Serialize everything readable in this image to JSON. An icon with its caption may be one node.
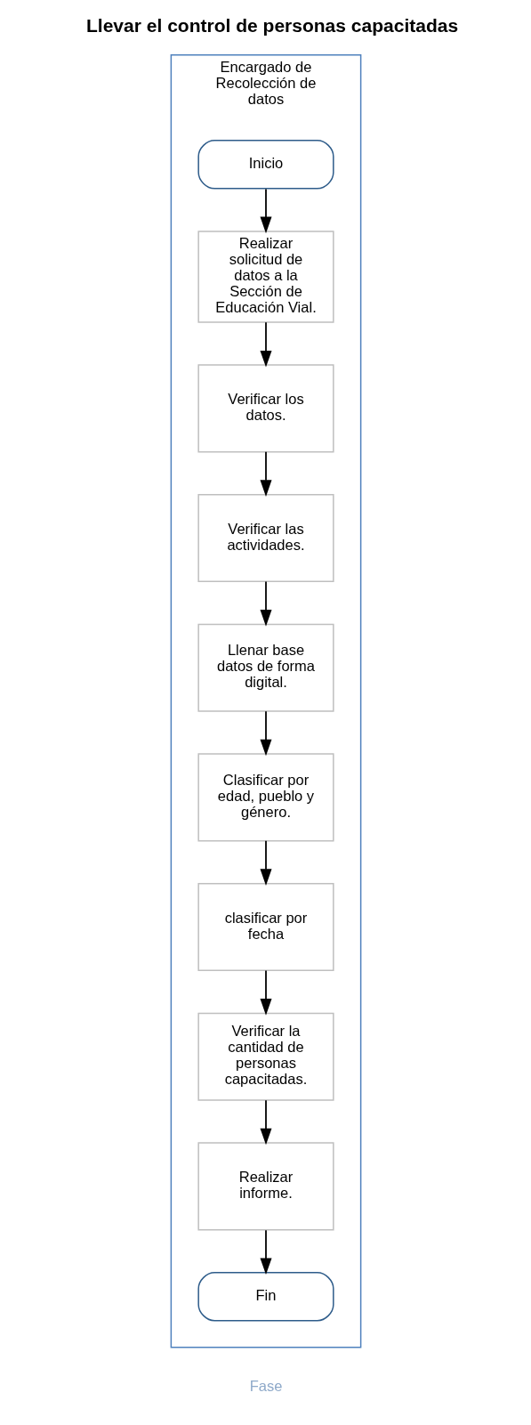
{
  "diagram": {
    "title": "Llevar el control de personas capacitadas",
    "nodes": [
      {
        "text": [
          "Encargado de Recolección de datos"
        ]
      },
      {
        "text": [
          "Inicio"
        ],
        "in": 0
      },
      {
        "text": [
          "Realizar solicitud de datos a la Sección de Educación Vial."
        ],
        "in": 0
      },
      {
        "text": [
          "Verificar los datos."
        ],
        "in": 0
      },
      {
        "text": [
          "Verificar las actividades."
        ],
        "in": 0
      },
      {
        "text": [
          "Llenar base datos de forma digital."
        ],
        "in": 0
      },
      {
        "text": [
          "Clasificar por edad, pueblo y género."
        ],
        "in": 0
      },
      {
        "text": [
          "clasificar por fecha"
        ],
        "in": 0
      },
      {
        "text": [
          "Verificar la cantidad de personas capacitadas."
        ],
        "in": 0
      },
      {
        "text": [
          "Realizar informe."
        ],
        "in": 0
      },
      {
        "text": [
          "Fin"
        ],
        "in": 0
      }
    ],
    "edges": [
      {
        "from": 1,
        "to": 2,
        "arrow": "to"
      },
      {
        "from": 2,
        "to": 3,
        "arrow": "to"
      },
      {
        "from": 3,
        "to": 4,
        "arrow": "to"
      },
      {
        "from": 4,
        "to": 5,
        "arrow": "to"
      },
      {
        "from": 5,
        "to": 6,
        "arrow": "to"
      },
      {
        "from": 6,
        "to": 7,
        "arrow": "to"
      },
      {
        "from": 7,
        "to": 8,
        "arrow": "to"
      },
      {
        "from": 8,
        "to": 9,
        "arrow": "to"
      },
      {
        "from": 9,
        "to": 10,
        "arrow": "to"
      }
    ],
    "labels": [
      "Fase"
    ]
  }
}
